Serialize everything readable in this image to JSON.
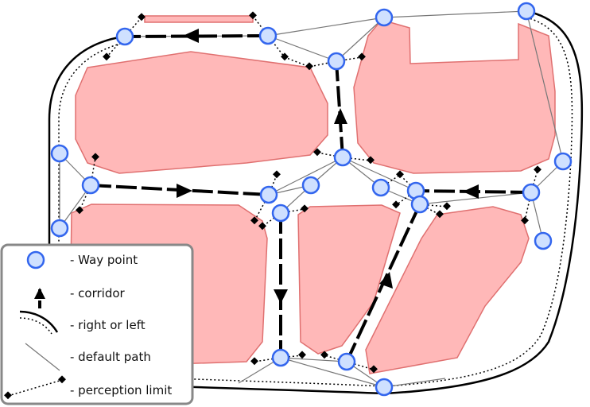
{
  "legend": {
    "items": [
      {
        "key": "waypoint",
        "label": "- Way point"
      },
      {
        "key": "corridor",
        "label": "- corridor"
      },
      {
        "key": "right_left",
        "label": "- right or left"
      },
      {
        "key": "default_path",
        "label": "- default path"
      },
      {
        "key": "perception",
        "label": "- perception limit"
      }
    ]
  },
  "colors": {
    "obstacle_fill": "#ffb8b8",
    "obstacle_stroke": "#e07070",
    "waypoint_fill": "#cfe0ff",
    "waypoint_stroke": "#3366ee",
    "corridor": "#000000",
    "default_path": "#777777",
    "perception": "#000000",
    "legend_border": "#888888"
  }
}
